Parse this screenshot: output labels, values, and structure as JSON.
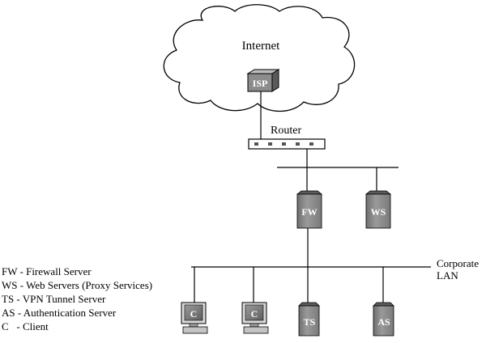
{
  "cloud": {
    "label": "Internet"
  },
  "isp": {
    "label": "ISP"
  },
  "router": {
    "label": "Router"
  },
  "corporate_lan": {
    "line1": "Corporate",
    "line2": "LAN"
  },
  "servers": {
    "fw": "FW",
    "ws": "WS",
    "ts": "TS",
    "as": "AS"
  },
  "clients": [
    "C",
    "C"
  ],
  "legend": [
    "FW - Firewall Server",
    "WS - Web Servers (Proxy Services)",
    "TS - VPN Tunnel Server",
    "AS - Authentication Server",
    "C   - Client"
  ],
  "colors": {
    "tower_body": "#8a8a8a",
    "tower_top": "#6e6e6e",
    "monitor_screen": "#7a7a7a",
    "line": "#000000"
  }
}
